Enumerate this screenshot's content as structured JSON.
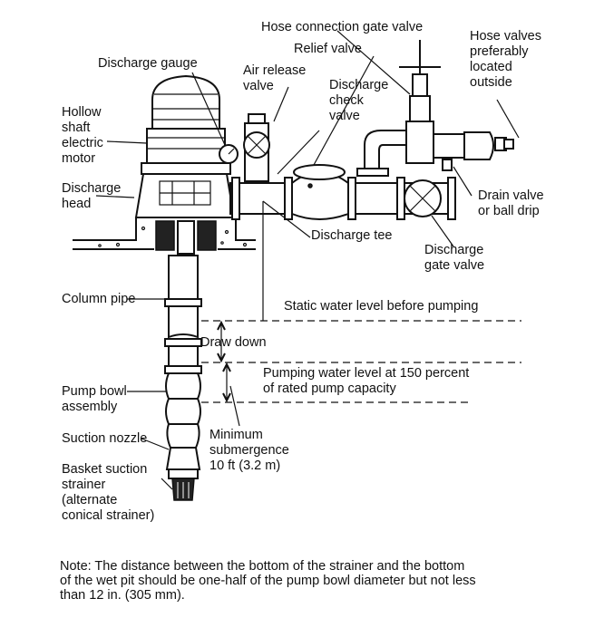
{
  "labels": {
    "hose_connection_gate_valve": "Hose connection gate valve",
    "relief_valve": "Relief valve",
    "hose_valves": "Hose valves\npreferably\nlocated\noutside",
    "discharge_gauge": "Discharge gauge",
    "air_release_valve": "Air release\nvalve",
    "discharge_check_valve": "Discharge\ncheck\nvalve",
    "hollow_shaft_motor": "Hollow\nshaft\nelectric\nmotor",
    "discharge_head": "Discharge\nhead",
    "drain_valve": "Drain valve\nor ball drip",
    "discharge_tee": "Discharge tee",
    "discharge_gate_valve": "Discharge\ngate valve",
    "column_pipe": "Column pipe",
    "static_water_level": "Static water level before pumping",
    "draw_down": "Draw down",
    "pumping_water_level": "Pumping water level at 150 percent\nof rated pump capacity",
    "pump_bowl_assembly": "Pump bowl\nassembly",
    "suction_nozzle": "Suction nozzle",
    "minimum_submergence": "Minimum\nsubmergence\n10 ft (3.2 m)",
    "basket_suction_strainer": "Basket suction\nstrainer\n(alternate\nconical strainer)"
  },
  "note": "Note: The distance between the bottom of the strainer and the bottom\nof the wet pit should be one-half of the pump bowl diameter but not less\nthan 12 in. (305 mm)."
}
